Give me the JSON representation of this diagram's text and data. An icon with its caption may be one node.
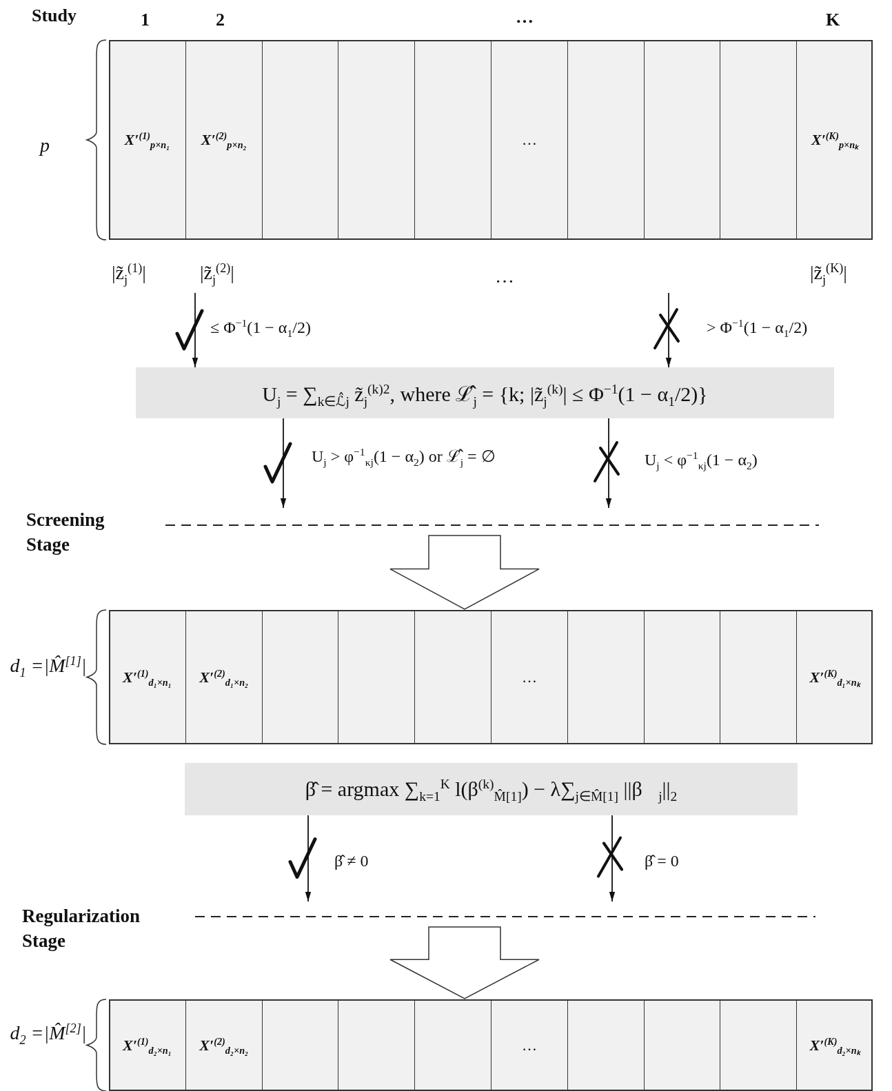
{
  "diagram": {
    "nodes": [
      {
        "text": [],
        "shape": "box",
        "beside": [
          "p"
        ]
      },
      {
        "text": [
          "X′$^{(1)}$$_{p×n₁}$"
        ],
        "in": 0
      },
      {
        "text": [
          "X′$^{(2)}$$_{p×n₂}$"
        ],
        "in": 0
      },
      {
        "text": [],
        "shape": "box",
        "in": 0
      },
      {
        "text": [],
        "shape": "box",
        "in": 0
      },
      {
        "text": [],
        "shape": "box",
        "in": 0
      },
      {
        "text": [
          "…"
        ],
        "in": 0
      },
      {
        "text": [],
        "shape": "box",
        "in": 0
      },
      {
        "text": [],
        "shape": "box",
        "in": 0
      },
      {
        "text": [],
        "shape": "box",
        "in": 0
      },
      {
        "text": [
          "X′$^{(K)}$$_{p×nₖ}$"
        ],
        "in": 0
      },
      {
        "text": [
          "U$_{j}$ = ∑$_{k∈ℒ̂j}$ z̃$_{j}$$^{(k)2}$, where ℒ̂$_{j}$ = {k; |z̃$_{j}$$^{(k)}$| ≤ Φ$^{−1}$(1 − α$_{1}$/2)}"
        ]
      },
      {
        "text": [],
        "shape": "box",
        "beside": [
          "d$_{1}$ =|M̂$^{[1]}$|"
        ]
      },
      {
        "text": [
          "X′$^{(1)}$$_{d₁×n₁}$"
        ],
        "in": 12
      },
      {
        "text": [
          "X′$^{(2)}$$_{d₁×n₂}$"
        ],
        "in": 12
      },
      {
        "text": [],
        "shape": "box",
        "in": 12
      },
      {
        "text": [],
        "shape": "box",
        "in": 12
      },
      {
        "text": [],
        "shape": "box",
        "in": 12
      },
      {
        "text": [
          "…"
        ],
        "in": 12
      },
      {
        "text": [],
        "shape": "box",
        "in": 12
      },
      {
        "text": [],
        "shape": "box",
        "in": 12
      },
      {
        "text": [],
        "shape": "box",
        "in": 12
      },
      {
        "text": [
          "X′$^{(K)}$$_{d₁×nₖ}$"
        ],
        "in": 12
      },
      {
        "text": [
          "β̂ = argmax ∑$_{k=1}$$^{K}$ l(β$^{(k)}$$_{M̂[1]}$) − λ∑$_{j∈M̂[1]}$ ||β⃗$_{j}$||$_{2}$"
        ]
      },
      {
        "text": [],
        "shape": "box",
        "beside": [
          "d$_{2}$ =|M̂$^{[2]}$|"
        ]
      },
      {
        "text": [
          "X′$^{(1)}$$_{d₂×n₁}$"
        ],
        "in": 24
      },
      {
        "text": [
          "X′$^{(2)}$$_{d₂×n₂}$"
        ],
        "in": 24
      },
      {
        "text": [],
        "shape": "box",
        "in": 24
      },
      {
        "text": [],
        "shape": "box",
        "in": 24
      },
      {
        "text": [],
        "shape": "box",
        "in": 24
      },
      {
        "text": [
          "…"
        ],
        "in": 24
      },
      {
        "text": [],
        "shape": "box",
        "in": 24
      },
      {
        "text": [],
        "shape": "box",
        "in": 24
      },
      {
        "text": [],
        "shape": "box",
        "in": 24
      },
      {
        "text": [
          "X′$^{(K)}$$_{d₂×nₖ}$"
        ],
        "in": 24
      }
    ],
    "edges": [
      {
        "from": null,
        "to": 11,
        "arrow": "to",
        "label": "≤ Φ$^{−1}$(1 − α$_{1}$/2)"
      },
      {
        "from": null,
        "to": 11,
        "arrow": "to",
        "label": "> Φ$^{−1}$(1 − α$_{1}$/2)"
      },
      {
        "from": 11,
        "to": null,
        "arrow": "to",
        "label": "U$_{j}$ > φ$^{−1}$$_{κj}$(1 − α$_{2}$) or ℒ̂$_{j}$ = ∅"
      },
      {
        "from": 11,
        "to": null,
        "arrow": "to",
        "label": "U$_{j}$ < φ$^{−1}$$_{κj}$(1 − α$_{2}$)"
      },
      {
        "from": null,
        "to": 12,
        "arrow": "to",
        "style": "thick"
      },
      {
        "from": 23,
        "to": null,
        "arrow": "to",
        "label": "β̂ ≠ 0⃗"
      },
      {
        "from": 23,
        "to": null,
        "arrow": "to",
        "label": "β̂ = 0⃗"
      },
      {
        "from": null,
        "to": 24,
        "arrow": "to",
        "style": "thick"
      }
    ],
    "labels": [
      "Study",
      "1",
      "2",
      "…",
      "K",
      "|z̃$_{j}$$^{(1)}$|",
      "|z̃$_{j}$$^{(2)}$|",
      "…",
      "|z̃$_{j}$$^{(K)}$|",
      "Screening Stage",
      "Regularization Stage"
    ]
  }
}
